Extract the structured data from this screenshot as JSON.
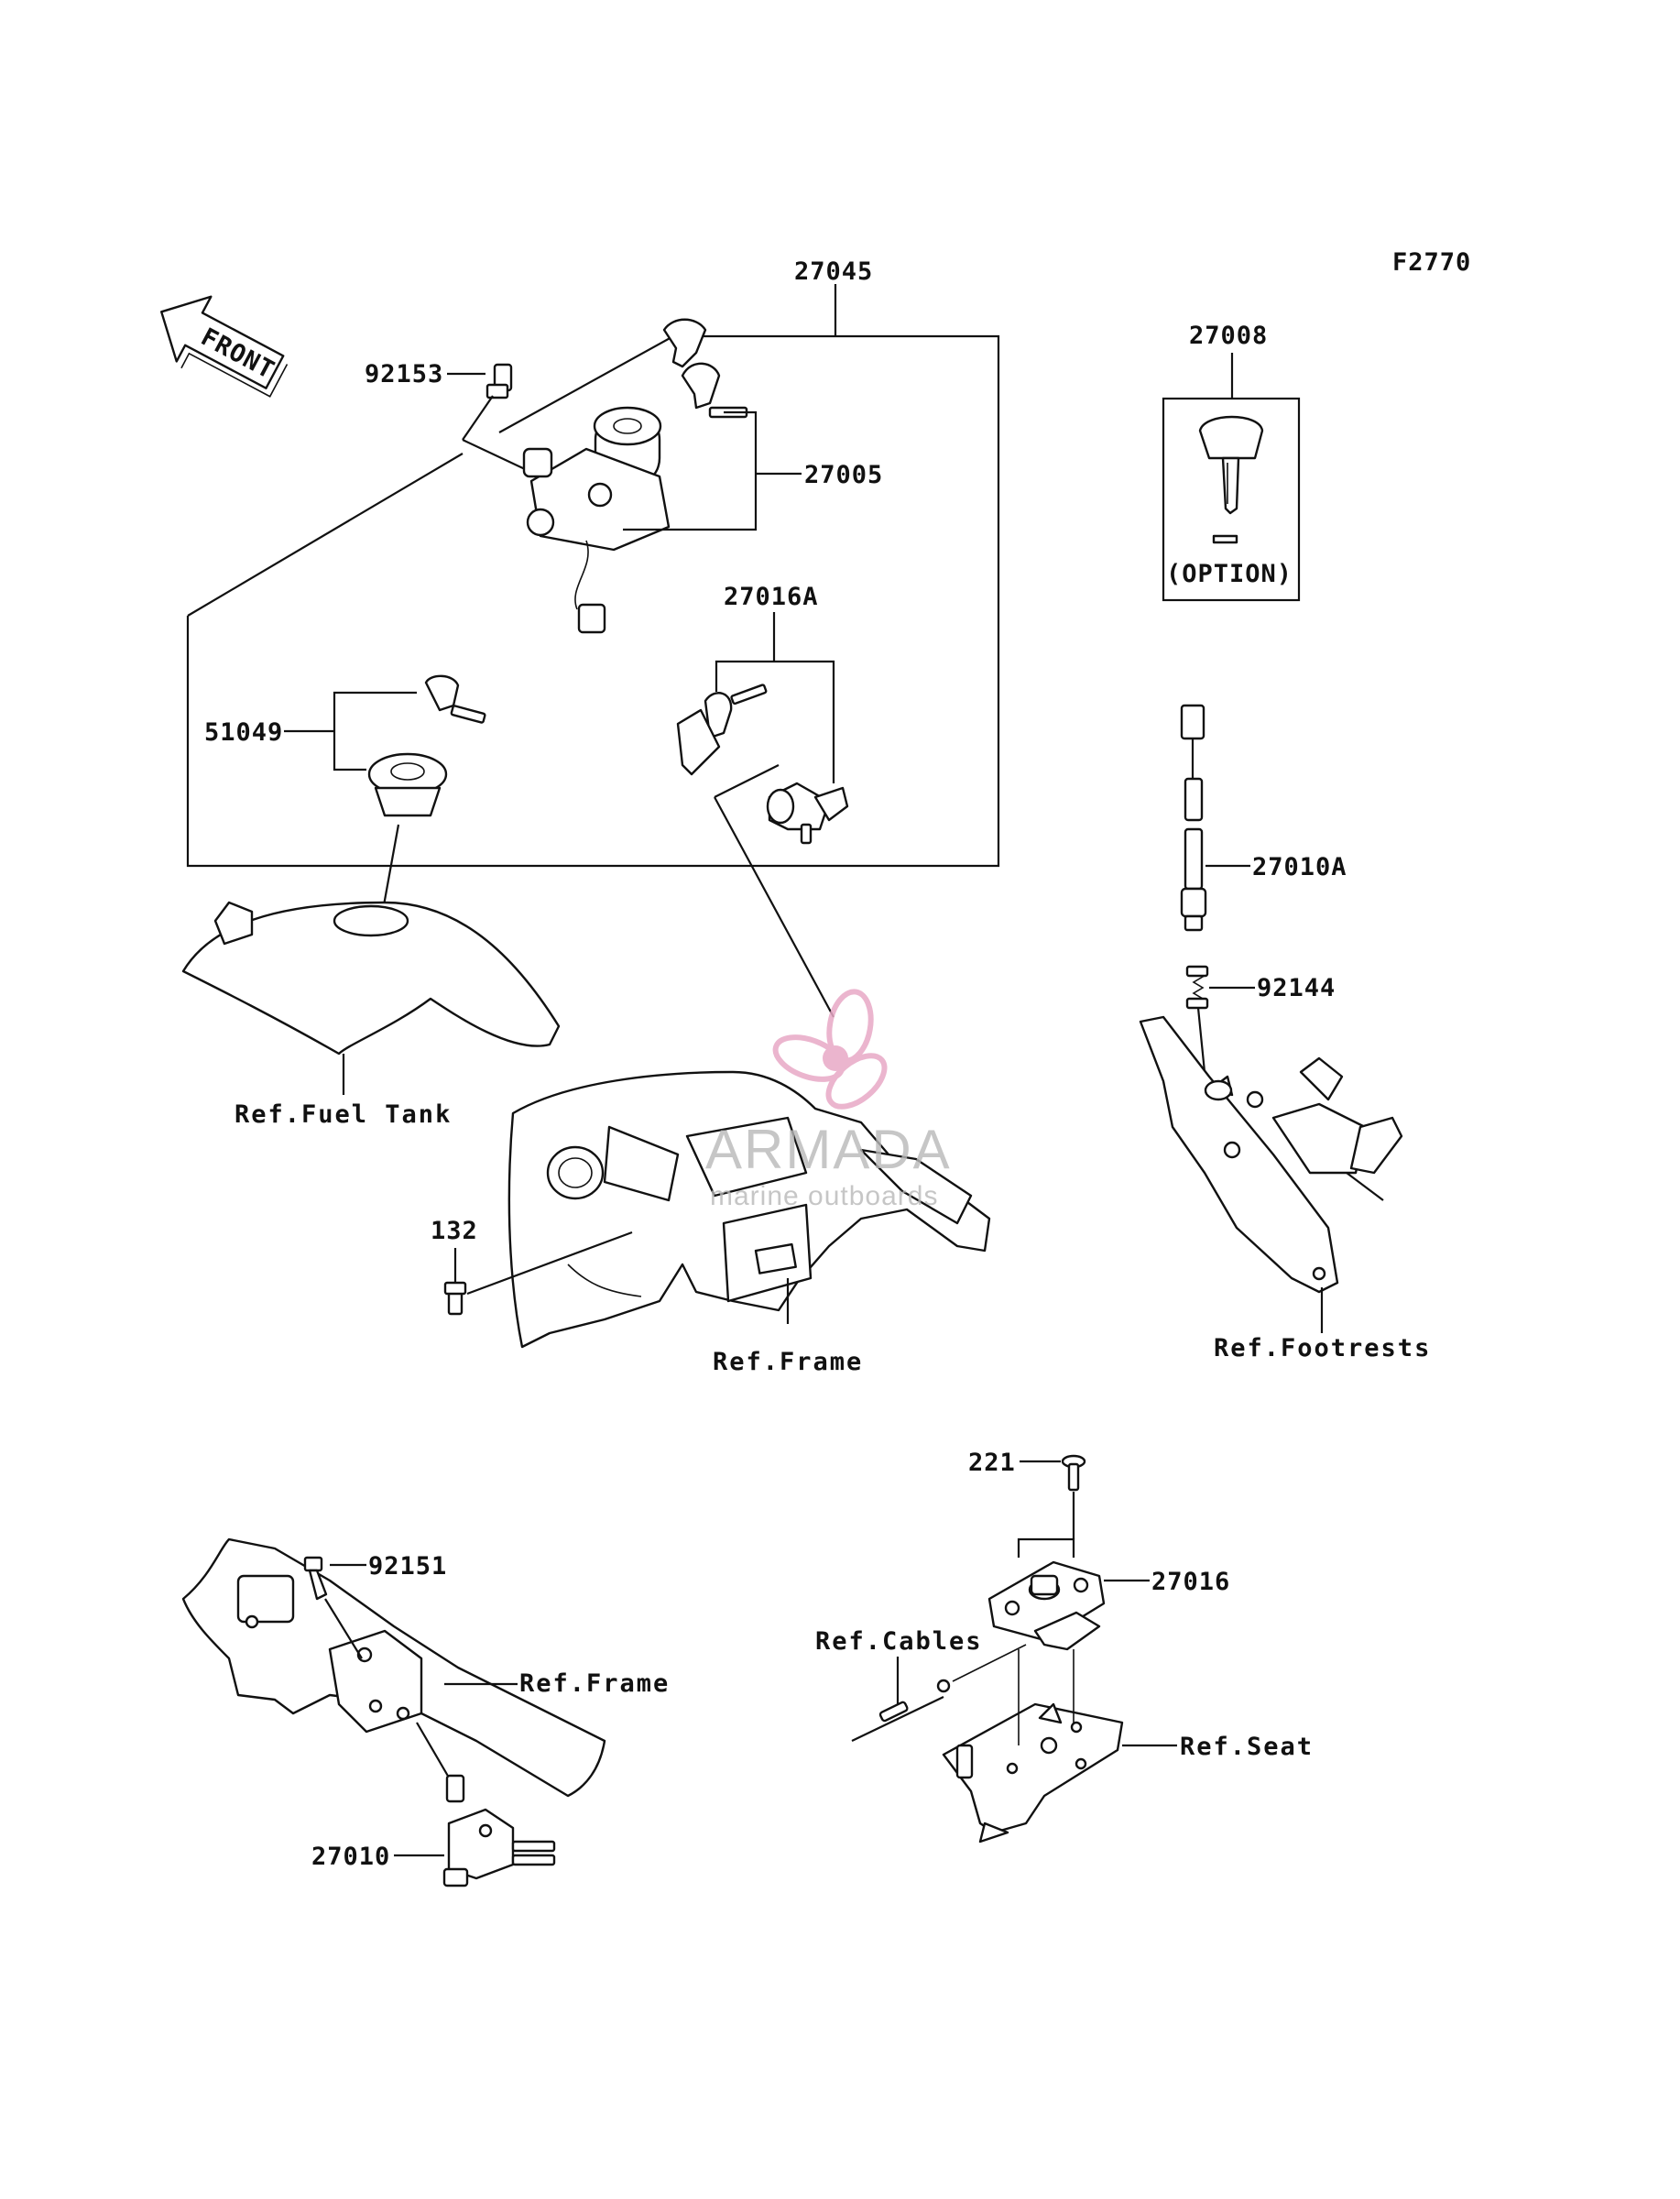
{
  "figure_code": "F2770",
  "front_arrow": "FRONT",
  "labels": {
    "p27045": "27045",
    "p92153": "92153",
    "p27005": "27005",
    "p27016A": "27016A",
    "p51049": "51049",
    "p27008": "27008",
    "p27010A": "27010A",
    "p92144": "92144",
    "p132": "132",
    "p221": "221",
    "p27016": "27016",
    "p92151": "92151",
    "p27010": "27010"
  },
  "option_text": "(OPTION)",
  "refs": {
    "fuel_tank": "Ref.Fuel Tank",
    "frame_mid": "Ref.Frame",
    "footrests": "Ref.Footrests",
    "cables": "Ref.Cables",
    "frame_low": "Ref.Frame",
    "seat": "Ref.Seat"
  },
  "watermark": {
    "brand": "ARMADA",
    "tagline": "marine outboards",
    "logo_color": "#e8a9c6",
    "text_color": "#b9b9b9"
  }
}
